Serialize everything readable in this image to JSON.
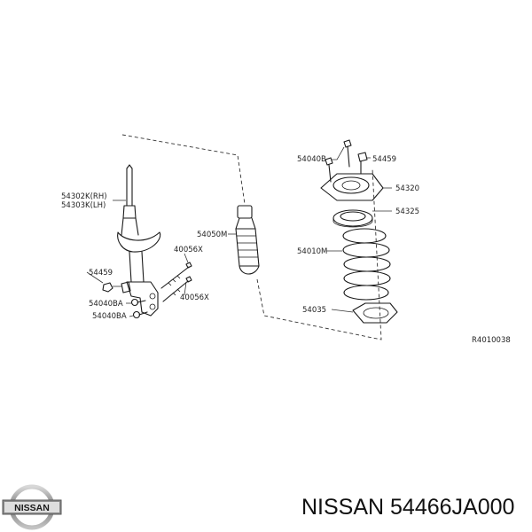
{
  "diagram": {
    "labels": {
      "strut_rh": "54302K(RH)",
      "strut_lh": "54303K(LH)",
      "nut_left": "54459",
      "bolt_upper": "40056X",
      "bolt_lower": "40056X",
      "bolt_left_a": "54040BA",
      "bolt_left_b": "54040BA",
      "bound_bumper": "54050M",
      "mount_bolt": "54040B",
      "mount_nut": "54459",
      "mount_insulator": "54320",
      "bearing": "54325",
      "spring": "54010M",
      "lower_seat": "54035",
      "ref_code": "R4010038"
    }
  },
  "brand": {
    "logo_text": "NISSAN",
    "caption": "NISSAN 54466JA000"
  }
}
